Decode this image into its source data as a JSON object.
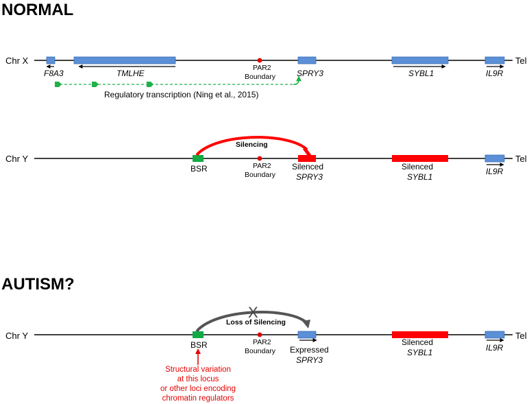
{
  "colors": {
    "gene_blue": "#5b8fd6",
    "gene_blue_edge": "#3d6fb5",
    "silenced_red": "#ff0000",
    "bsr_green": "#11aa44",
    "reg_green": "#1fb24a",
    "par_red": "#e00000",
    "loss_gray": "#555555",
    "note_red": "#e60000"
  },
  "normal": {
    "heading": "NORMAL",
    "chr_x": {
      "label": "Chr X",
      "tel": "Tel",
      "genes": {
        "f8a3": "F8A3",
        "tmlhe": "TMLHE",
        "spry3": "SPRY3",
        "sybl1": "SYBL1",
        "il9r": "IL9R"
      },
      "par2": {
        "line1": "PAR2",
        "line2": "Boundary"
      },
      "regulatory": "Regulatory transcription (Ning et al., 2015)"
    },
    "chr_y": {
      "label": "Chr Y",
      "tel": "Tel",
      "bsr": "BSR",
      "silencing": "Silencing",
      "par2": {
        "line1": "PAR2",
        "line2": "Boundary"
      },
      "spry3": {
        "status": "Silenced",
        "name": "SPRY3"
      },
      "sybl1": {
        "status": "Silenced",
        "name": "SYBL1"
      },
      "il9r": "IL9R"
    }
  },
  "autism": {
    "heading": "AUTISM?",
    "chr_y": {
      "label": "Chr Y",
      "tel": "Tel",
      "bsr": "BSR",
      "loss": "Loss of Silencing",
      "x_mark": "X",
      "par2": {
        "line1": "PAR2",
        "line2": "Boundary"
      },
      "spry3": {
        "status": "Expressed",
        "name": "SPRY3"
      },
      "sybl1": {
        "status": "Silenced",
        "name": "SYBL1"
      },
      "il9r": "IL9R"
    },
    "note": [
      "Structural variation",
      "at this locus",
      "or other loci encoding",
      "chromatin regulators"
    ]
  }
}
